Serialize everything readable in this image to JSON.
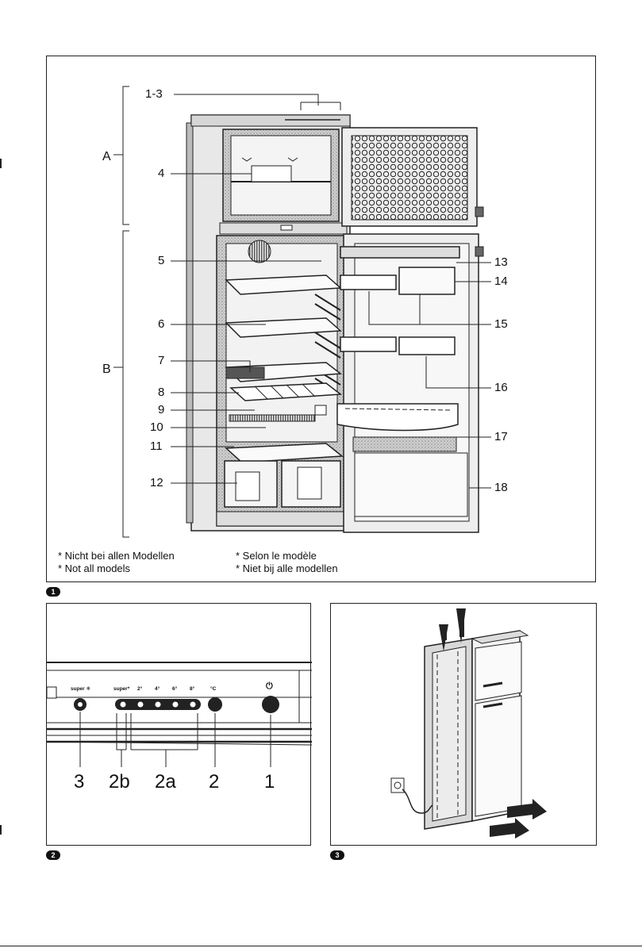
{
  "figure1": {
    "badge": "1",
    "group_labels": {
      "A": "A",
      "B": "B"
    },
    "callouts_left": [
      "1-3",
      "4",
      "5",
      "6",
      "7",
      "8",
      "9",
      "10",
      "11",
      "12"
    ],
    "callouts_right": [
      "13",
      "14",
      "15",
      "16",
      "17",
      "18"
    ],
    "footnotes": {
      "de": "* Nicht bei allen Modellen",
      "en": "* Not all models",
      "fr": "* Selon le modèle",
      "nl": "* Niet bij alle modellen"
    }
  },
  "figure2": {
    "badge": "2",
    "panel": {
      "super_freeze": "super ❄",
      "super_cool": "super*",
      "temp_2": "2°",
      "temp_4": "4°",
      "temp_6": "6°",
      "temp_8": "8°",
      "celsius": "°C",
      "power": "⏻"
    },
    "callouts": [
      "3",
      "2b",
      "2a",
      "2",
      "1"
    ]
  },
  "figure3": {
    "badge": "3"
  }
}
